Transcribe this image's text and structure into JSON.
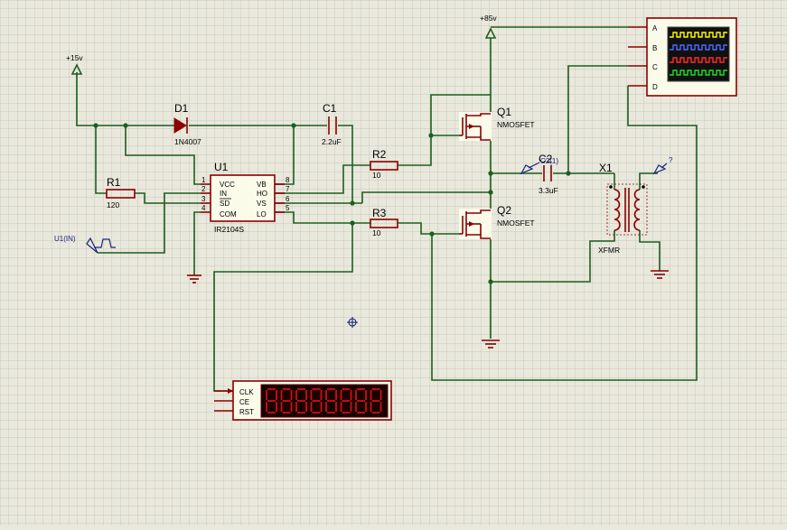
{
  "power": {
    "vcc15": "+15v",
    "vcc85": "+85v"
  },
  "components": {
    "d1": {
      "ref": "D1",
      "value": "1N4007"
    },
    "c1": {
      "ref": "C1",
      "value": "2.2uF"
    },
    "r1": {
      "ref": "R1",
      "value": "120"
    },
    "u1": {
      "ref": "U1",
      "value": "IR2104S",
      "left_pins": [
        {
          "num": "1",
          "name": "VCC"
        },
        {
          "num": "2",
          "name": "IN"
        },
        {
          "num": "3",
          "name": "SD"
        },
        {
          "num": "4",
          "name": "COM"
        }
      ],
      "right_pins": [
        {
          "num": "8",
          "name": "VB"
        },
        {
          "num": "7",
          "name": "HO"
        },
        {
          "num": "6",
          "name": "VS"
        },
        {
          "num": "5",
          "name": "LO"
        }
      ]
    },
    "r2": {
      "ref": "R2",
      "value": "10"
    },
    "r3": {
      "ref": "R3",
      "value": "10"
    },
    "q1": {
      "ref": "Q1",
      "value": "NMOSFET"
    },
    "q2": {
      "ref": "Q2",
      "value": "NMOSFET"
    },
    "c2": {
      "ref": "C2",
      "value": "3.3uF",
      "probe": "C2(1)"
    },
    "x1": {
      "ref": "X1",
      "value": "XFMR",
      "probe": "?"
    },
    "gen": {
      "ref": "U1(IN)"
    }
  },
  "counter": {
    "pins": [
      "CLK",
      "CE",
      "RST"
    ],
    "digits": 8
  },
  "scope": {
    "channels": [
      "A",
      "B",
      "C",
      "D"
    ],
    "trace_colors": [
      "#ffff00",
      "#4d6bff",
      "#ff2a2a",
      "#20e020"
    ]
  }
}
